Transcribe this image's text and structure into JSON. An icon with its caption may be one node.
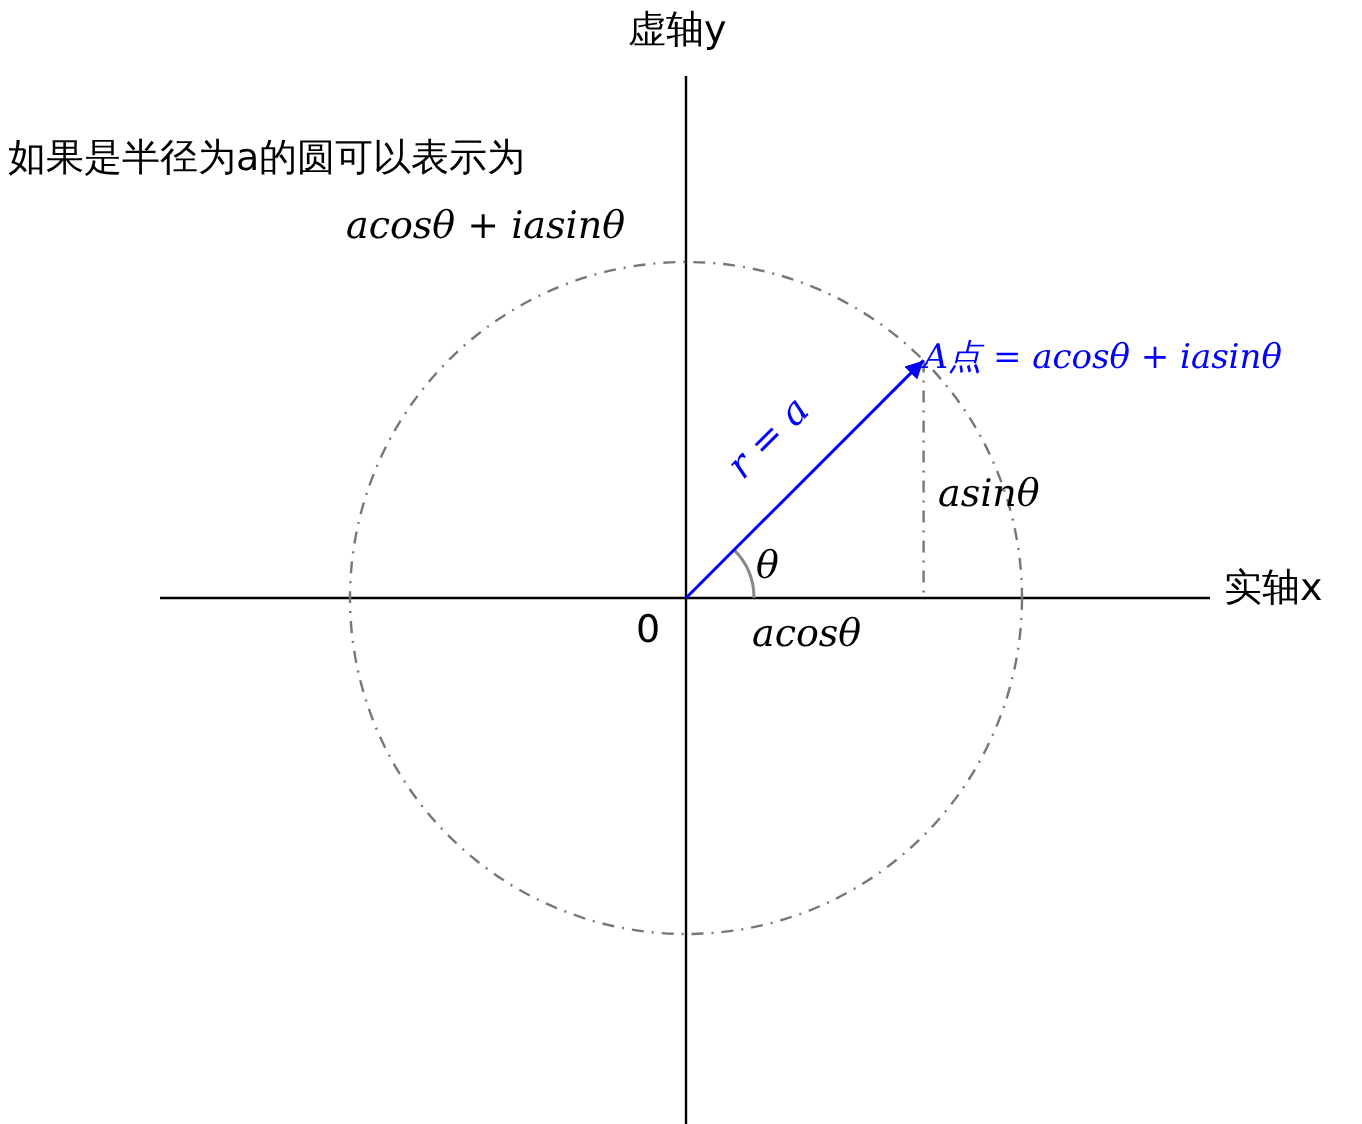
{
  "diagram": {
    "nodes": [
      {
        "text": [
          "0"
        ]
      },
      {
        "text": [
          "A点 = acosθ + iasinθ"
        ]
      }
    ],
    "edges": [
      {
        "from": 0,
        "to": 1,
        "arrow": "to",
        "label": "r = a",
        "color": "#0000ff"
      }
    ],
    "labels": [
      "虚轴y",
      "如果是半径为a的圆可以表示为",
      "acosθ + iasinθ",
      "asinθ",
      "θ",
      "实轴x",
      "acosθ"
    ]
  }
}
